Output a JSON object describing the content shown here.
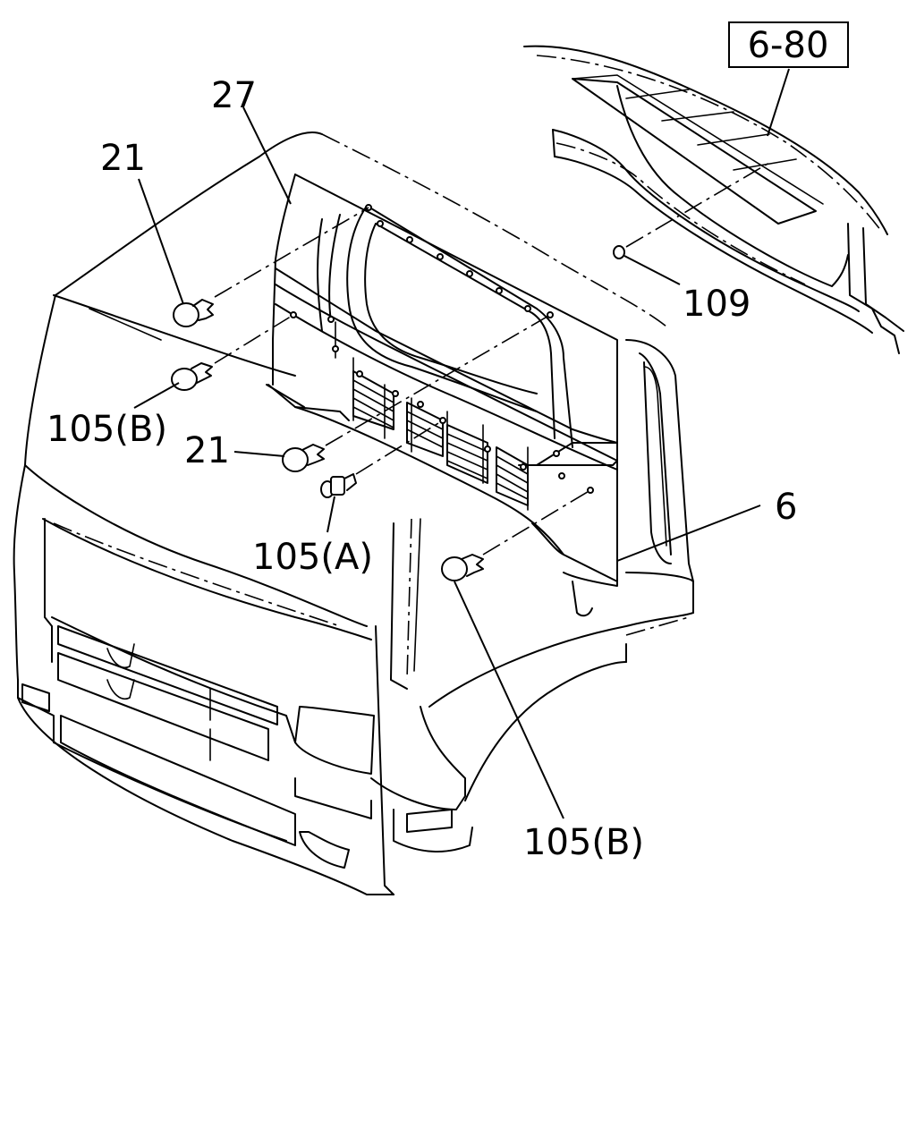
{
  "reference_box": "6-80",
  "callouts": {
    "c27": "27",
    "c21_top": "21",
    "c105b_left": "105(B)",
    "c21_mid": "21",
    "c105a": "105(A)",
    "c6": "6",
    "c105b_bottom": "105(B)",
    "c109": "109"
  }
}
